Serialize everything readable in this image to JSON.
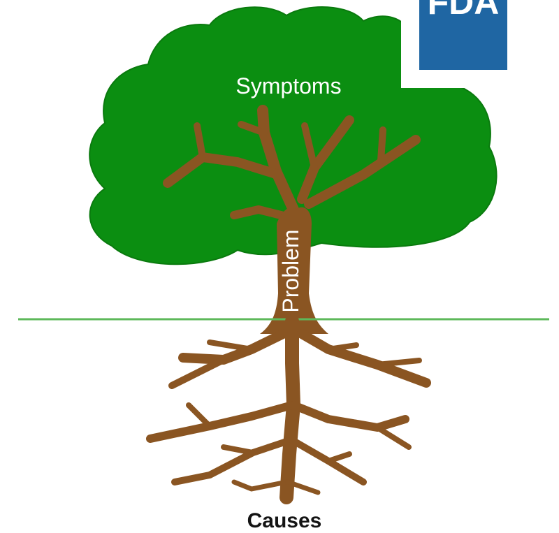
{
  "logo": {
    "text": "FDA",
    "color": "#1f66a3"
  },
  "labels": {
    "crown": "Symptoms",
    "trunk": "Problem",
    "roots": "Causes"
  },
  "colors": {
    "foliage": "#0b8e11",
    "foliage_outline": "#0a7a0e",
    "wood": "#8a5522",
    "ground_line": "#5db85a",
    "label_dark": "#141414"
  }
}
